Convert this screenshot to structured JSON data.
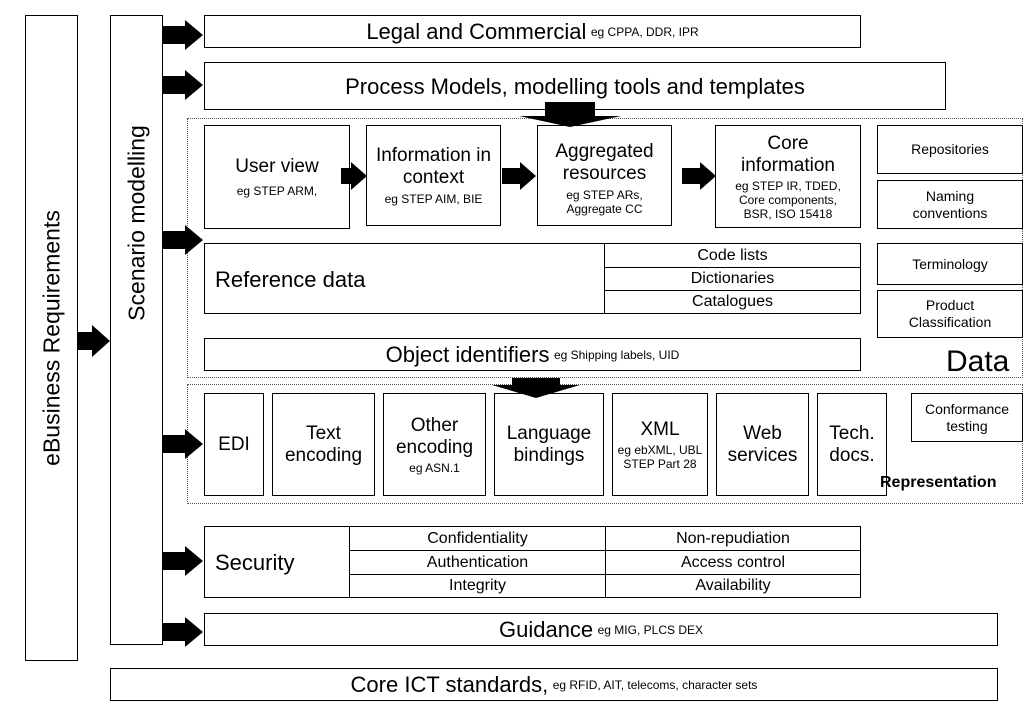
{
  "left": {
    "ebusiness": "eBusiness Requirements",
    "scenario": "Scenario modelling"
  },
  "legal": {
    "title": "Legal and Commercial",
    "eg": "eg CPPA, DDR, IPR"
  },
  "process": {
    "title": "Process Models, modelling tools and templates"
  },
  "data_section": {
    "label": "Data",
    "user_view": {
      "title": "User view",
      "eg": "eg STEP ARM,"
    },
    "info_context": {
      "title": "Information in context",
      "eg": "eg STEP AIM, BIE"
    },
    "aggregated": {
      "title": "Aggregated resources",
      "eg": "eg STEP ARs, Aggregate CC"
    },
    "core_info": {
      "title": "Core information",
      "eg": "eg STEP IR, TDED, Core components, BSR, ISO 15418"
    },
    "repositories": "Repositories",
    "naming": "Naming conventions",
    "reference": {
      "title": "Reference data",
      "items": [
        "Code lists",
        "Dictionaries",
        "Catalogues"
      ]
    },
    "terminology": "Terminology",
    "product_class": "Product Classification",
    "object_ids": {
      "title": "Object identifiers",
      "eg": "eg Shipping labels, UID"
    }
  },
  "representation": {
    "label": "Representation",
    "edi": "EDI",
    "text_enc": "Text encoding",
    "other_enc": {
      "title": "Other encoding",
      "eg": "eg ASN.1"
    },
    "lang": "Language bindings",
    "xml": {
      "title": "XML",
      "eg": "eg ebXML, UBL STEP Part 28"
    },
    "web": "Web services",
    "tech": "Tech. docs.",
    "conformance": "Conformance testing"
  },
  "security": {
    "title": "Security",
    "cells": [
      "Confidentiality",
      "Non-repudiation",
      "Authentication",
      "Access control",
      "Integrity",
      "Availability"
    ]
  },
  "guidance": {
    "title": "Guidance",
    "eg": "eg MIG, PLCS DEX"
  },
  "core_ict": {
    "title": "Core ICT standards,",
    "eg": "eg RFID, AIT, telecoms, character sets"
  }
}
